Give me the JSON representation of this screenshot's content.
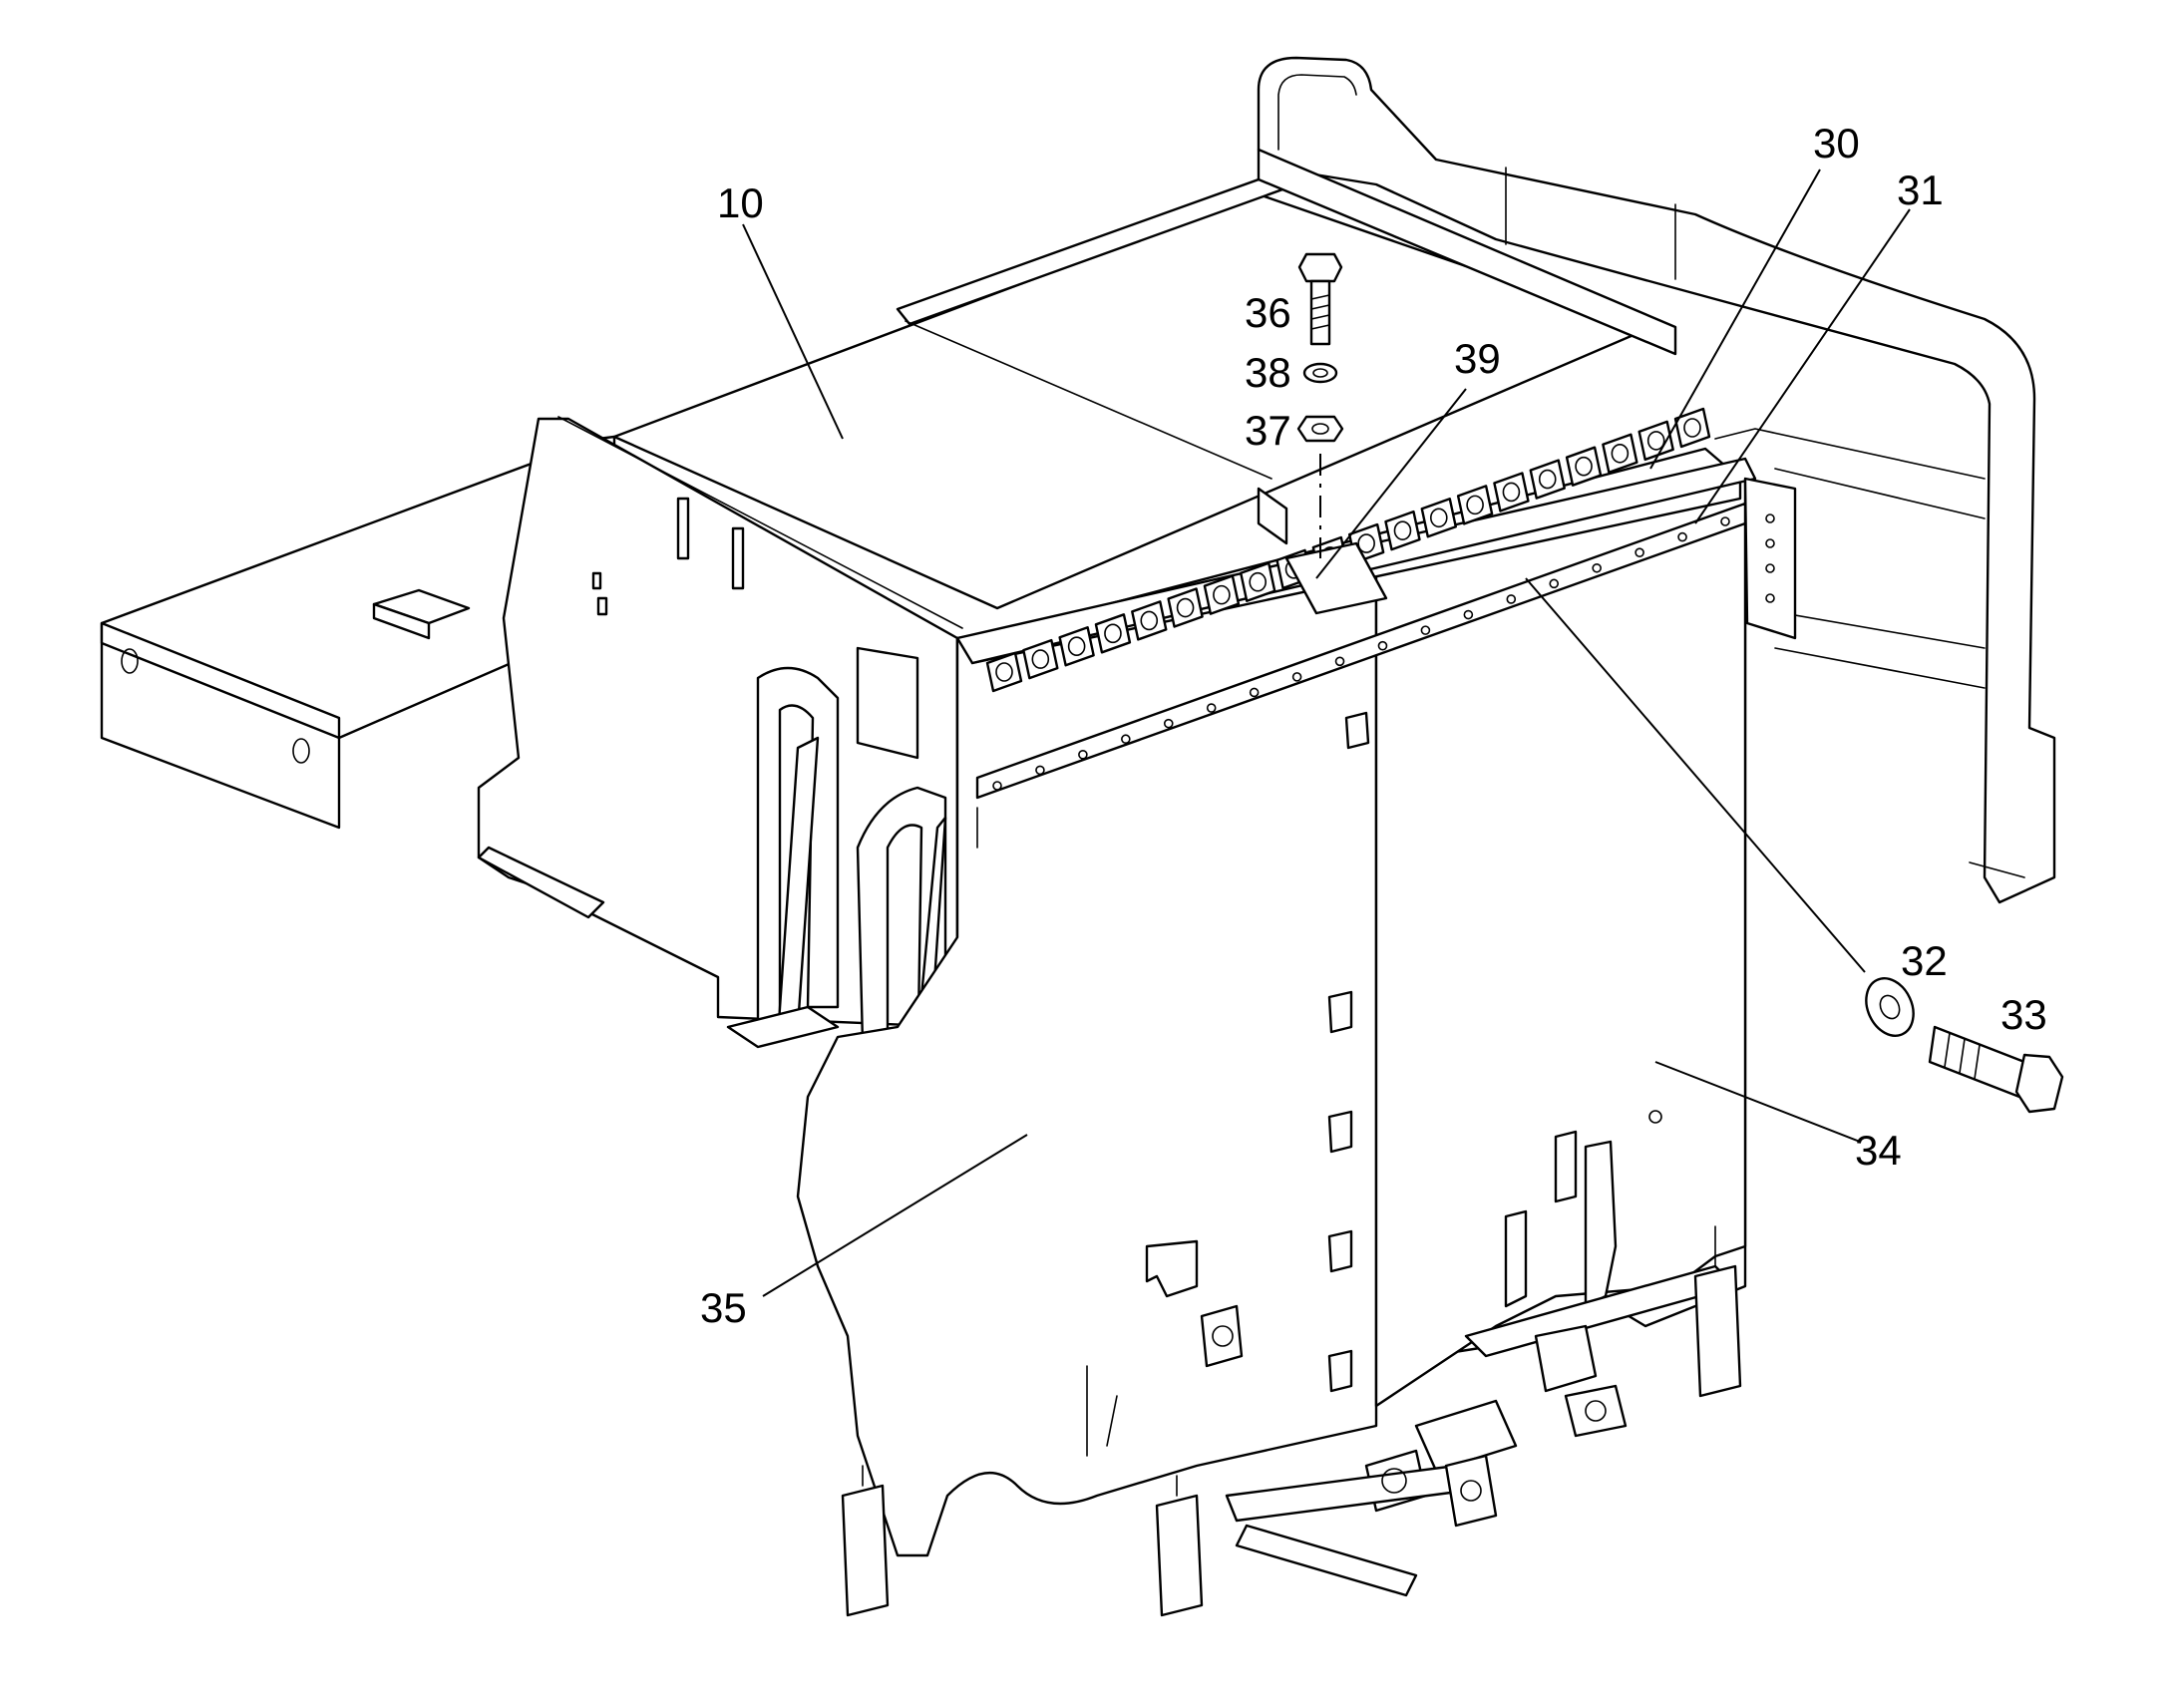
{
  "diagram": {
    "callouts": [
      {
        "id": "c10",
        "label": "10"
      },
      {
        "id": "c30",
        "label": "30"
      },
      {
        "id": "c31",
        "label": "31"
      },
      {
        "id": "c32",
        "label": "32"
      },
      {
        "id": "c33",
        "label": "33"
      },
      {
        "id": "c34",
        "label": "34"
      },
      {
        "id": "c35",
        "label": "35"
      },
      {
        "id": "c36",
        "label": "36"
      },
      {
        "id": "c37",
        "label": "37"
      },
      {
        "id": "c38",
        "label": "38"
      },
      {
        "id": "c39",
        "label": "39"
      }
    ]
  }
}
